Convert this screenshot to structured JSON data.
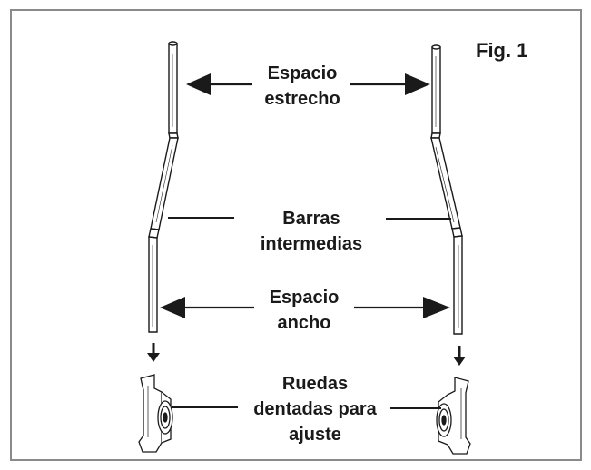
{
  "figure": {
    "label": "Fig. 1"
  },
  "labels": {
    "narrow_1": "Espacio",
    "narrow_2": "estrecho",
    "bars_1": "Barras",
    "bars_2": "intermedias",
    "wide_1": "Espacio",
    "wide_2": "ancho",
    "wheels_1": "Ruedas",
    "wheels_2": "dentadas para",
    "wheels_3": "ajuste"
  },
  "colors": {
    "line": "#1a1a1a",
    "frame": "#8a8a8a"
  }
}
